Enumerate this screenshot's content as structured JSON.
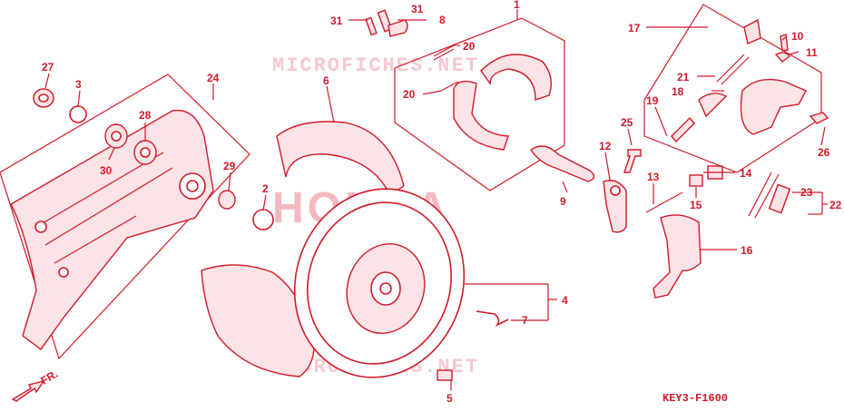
{
  "watermark": {
    "primary": "MICROFICHES.NET",
    "brand": "HONDA"
  },
  "diagram_code": "KEY3-F1600",
  "front_indicator": "FR.",
  "callouts": {
    "c1": "1",
    "c2": "2",
    "c3": "3",
    "c4": "4",
    "c5": "5",
    "c6": "6",
    "c7": "7",
    "c8": "8",
    "c9": "9",
    "c10": "10",
    "c11": "11",
    "c12": "12",
    "c13": "13",
    "c14": "14",
    "c15": "15",
    "c16": "16",
    "c17": "17",
    "c18": "18",
    "c19": "19",
    "c20": "20",
    "c21": "21",
    "c22": "22",
    "c23": "23",
    "c24": "24",
    "c25": "25",
    "c26": "26",
    "c27": "27",
    "c28": "28",
    "c29": "29",
    "c30": "30",
    "c31": "31"
  },
  "colors": {
    "line": "#d11a2a",
    "watermark": "#f6c9cf"
  }
}
